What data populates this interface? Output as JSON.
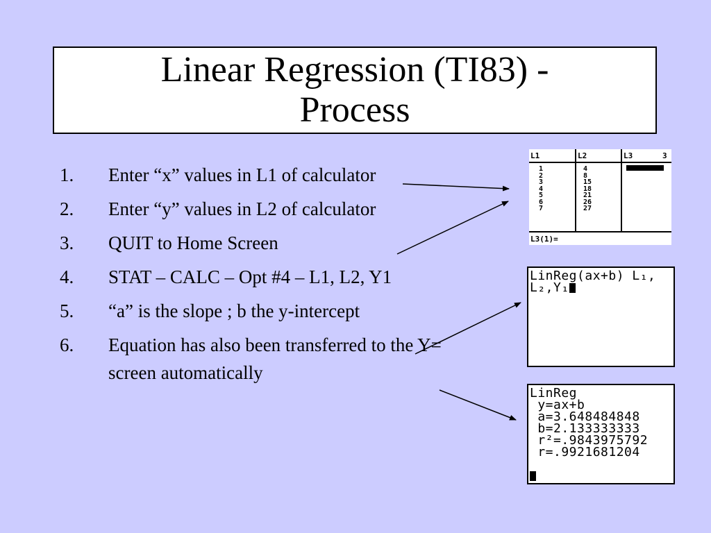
{
  "title": "Linear Regression (TI83) - Process",
  "steps": [
    {
      "num": "1.",
      "text": "Enter “x” values in L1 of calculator"
    },
    {
      "num": "2.",
      "text": "Enter “y” values in L2 of calculator"
    },
    {
      "num": "3.",
      "text": "QUIT to Home Screen"
    },
    {
      "num": "4.",
      "text": "STAT – CALC – Opt #4 – L1, L2, Y1"
    },
    {
      "num": "5.",
      "text": "“a” is the slope ; b the y-intercept"
    },
    {
      "num": "6.",
      "text": "Equation has also been transferred to the Y= screen automatically"
    }
  ],
  "list_screen": {
    "headers": [
      "L1",
      "L2",
      "L3",
      "3"
    ],
    "L1": [
      "1",
      "2",
      "3",
      "4",
      "5",
      "6",
      "7"
    ],
    "L2": [
      "4",
      "8",
      "15",
      "18",
      "21",
      "26",
      "27"
    ],
    "status": "L3(1)="
  },
  "linreg_command_screen": {
    "line1": "LinReg(ax+b) L₁,",
    "line2": "L₂,Y₁"
  },
  "linreg_result_screen": {
    "lines": [
      "LinReg",
      " y=ax+b",
      " a=3.648484848",
      " b=2.133333333",
      " r²=.9843975792",
      " r=.9921681204"
    ]
  }
}
